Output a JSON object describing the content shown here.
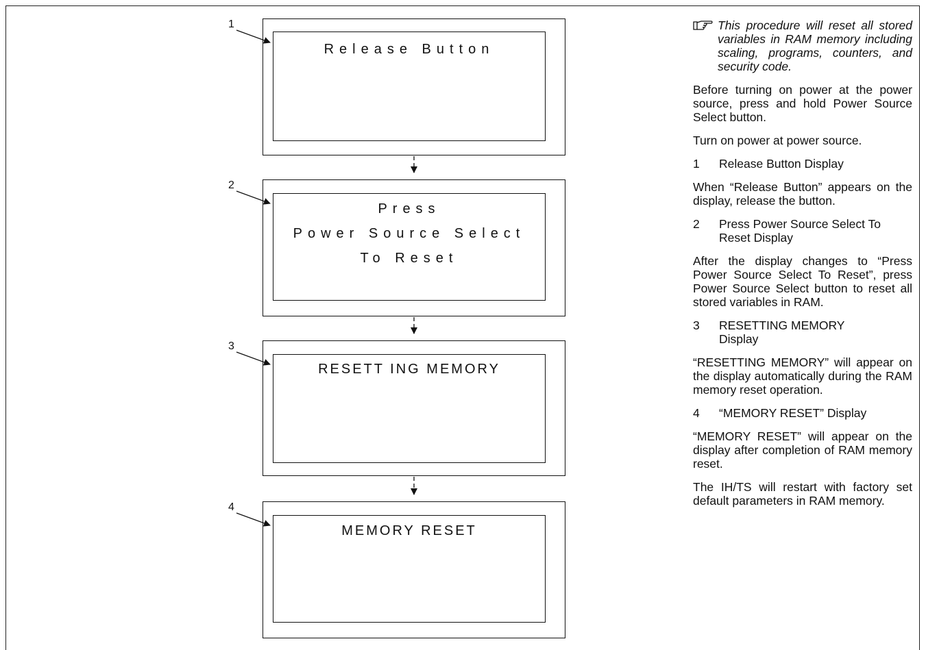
{
  "steps": [
    {
      "number": "1",
      "lines": [
        "Release Button"
      ]
    },
    {
      "number": "2",
      "lines": [
        "Press",
        "Power Source Select",
        "To Reset"
      ]
    },
    {
      "number": "3",
      "lines": [
        "RESETT ING MEMORY"
      ]
    },
    {
      "number": "4",
      "lines": [
        "MEMORY RESET"
      ]
    }
  ],
  "instructions": {
    "note_icon": "pointing-hand-icon",
    "note": "This procedure will reset all stored variables in RAM memory including scaling, programs, counters, and security code.",
    "para_1": "Before turning on power at the power source, press and hold Power Source Select button.",
    "para_2": "Turn on power at power source.",
    "heading_1": {
      "num": "1",
      "text": "Release Button Display"
    },
    "para_3": "When “Release Button” appears on the display, release the button.",
    "heading_2": {
      "num": "2",
      "text": "Press Power Source Select To Reset Display"
    },
    "para_4": "After the display changes to “Press Power Source Select To Reset”, press Power Source Select button to reset all stored variables in RAM.",
    "heading_3": {
      "num": "3",
      "text": "RESETTING MEMORY Display"
    },
    "para_5": "“RESETTING MEMORY” will appear on the display automatically during the RAM memory reset operation.",
    "heading_4": {
      "num": "4",
      "text": "“MEMORY RESET” Display"
    },
    "para_6": "“MEMORY RESET” will appear on the display after completion of RAM memory reset.",
    "para_7": "The IH/TS will restart with factory set default parameters in RAM memory."
  }
}
